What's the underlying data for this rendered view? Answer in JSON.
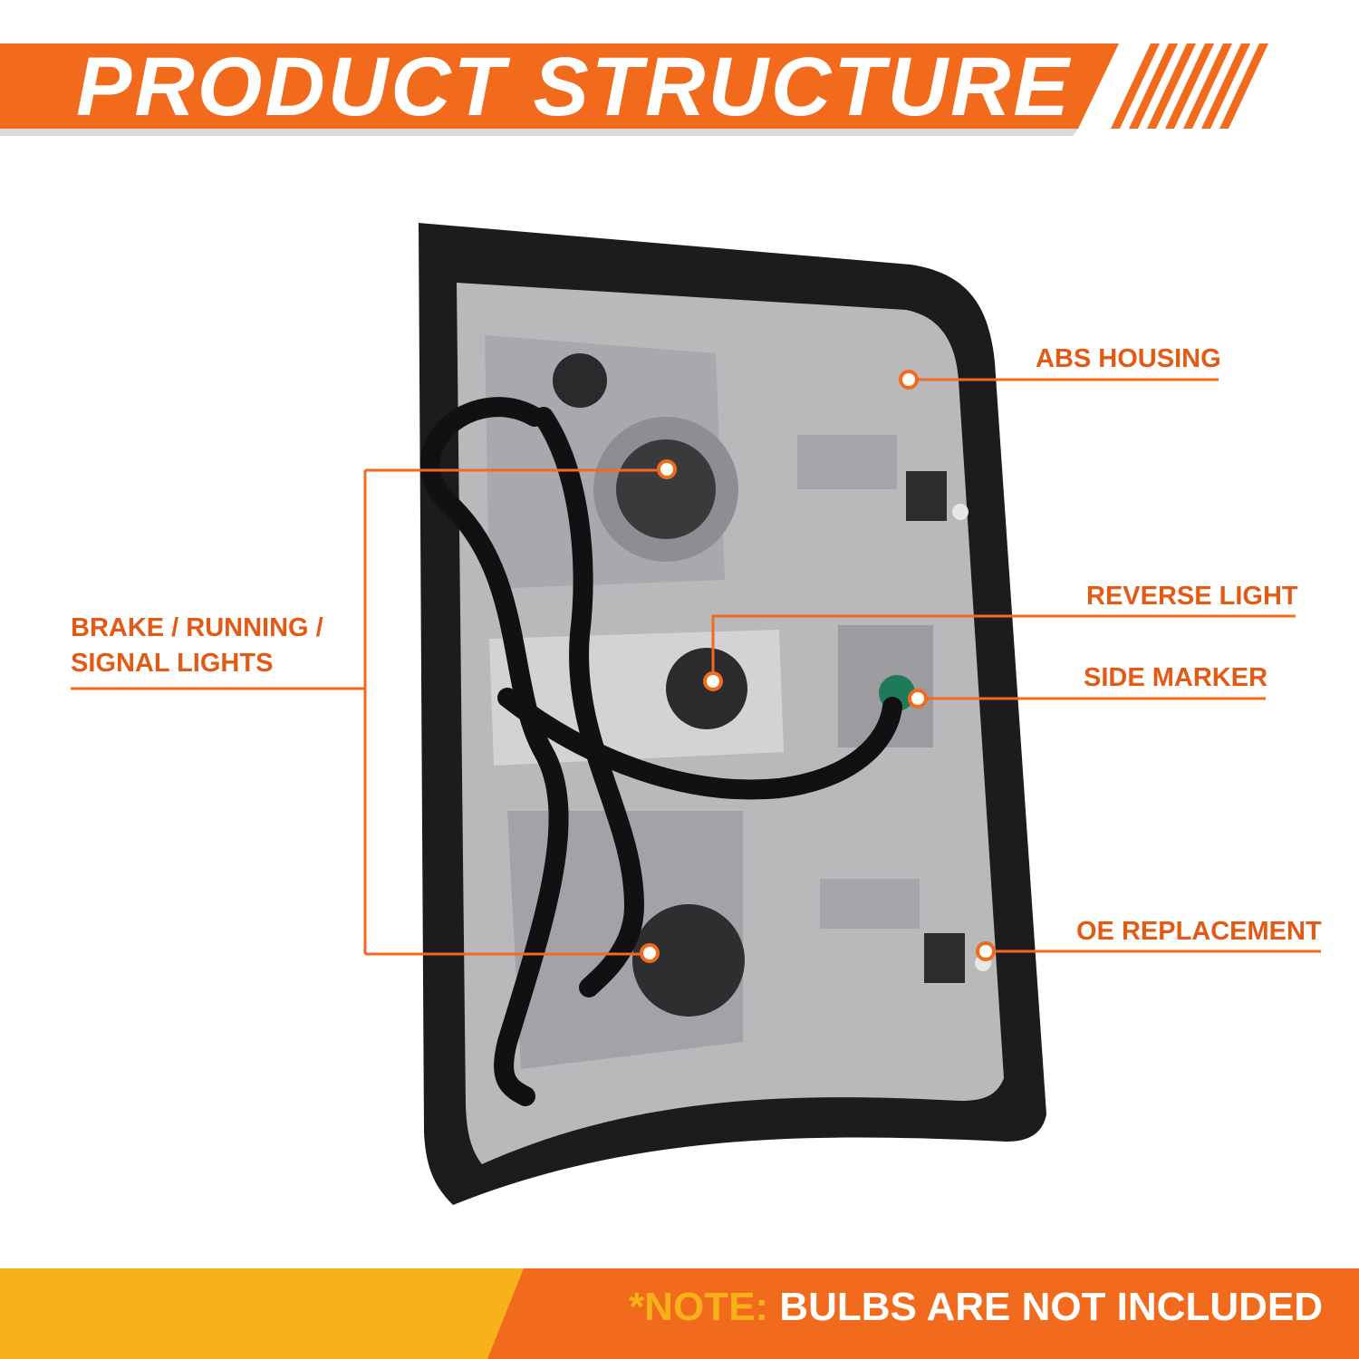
{
  "header": {
    "title": "PRODUCT STRUCTURE"
  },
  "callouts": {
    "abs_housing": "ABS HOUSING",
    "brake_line1": "BRAKE / RUNNING /",
    "brake_line2": "SIGNAL LIGHTS",
    "reverse_light": "REVERSE LIGHT",
    "side_marker": "SIDE MARKER",
    "oe_replacement": "OE REPLACEMENT"
  },
  "footer": {
    "note_label": "*NOTE:",
    "note_text": "BULBS ARE NOT INCLUDED"
  },
  "colors": {
    "accent": "#f26a1b",
    "callout": "#e35a14",
    "footer_yellow": "#f7b21a",
    "housing_frame": "#1c1c1e",
    "housing_inner": "#b9b9bc"
  }
}
